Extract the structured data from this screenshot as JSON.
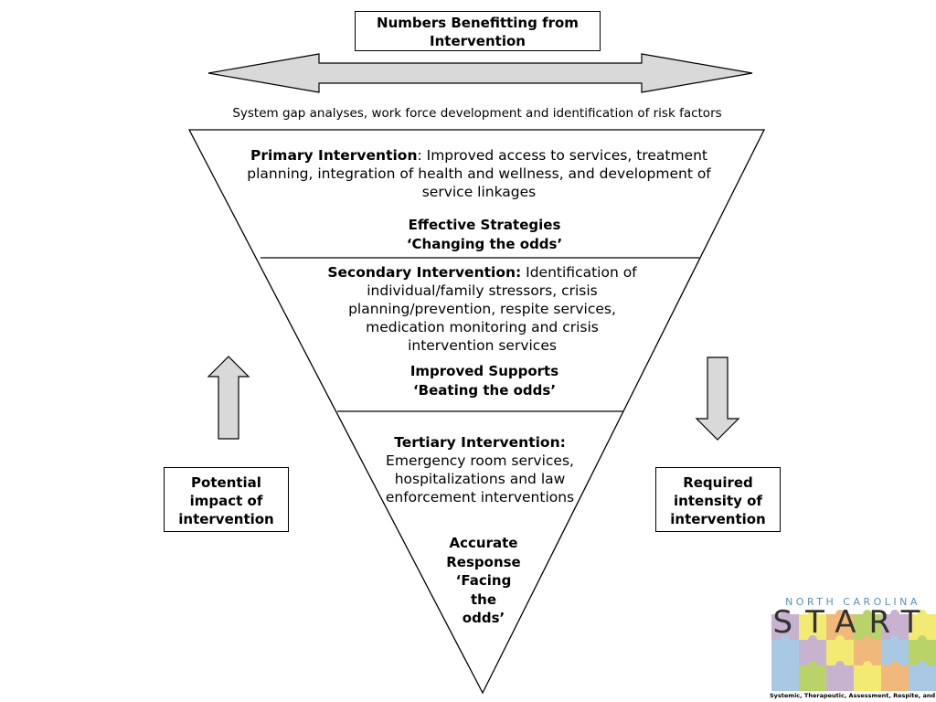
{
  "top_box": {
    "text": "Numbers Benefitting from Intervention"
  },
  "gap_text": "System gap analyses, work force development and identification of risk factors",
  "primary": {
    "heading": "Primary Intervention",
    "body": ": Improved access to services, treatment planning, integration of health and wellness, and development of service linkages",
    "strategy_line1": "Effective Strategies",
    "strategy_line2": "‘Changing the odds’"
  },
  "secondary": {
    "heading": "Secondary Intervention:",
    "body": " Identification of individual/family stressors, crisis planning/prevention, respite services, medication monitoring and crisis intervention services",
    "strategy_line1": "Improved Supports",
    "strategy_line2": "‘Beating the odds’"
  },
  "tertiary": {
    "heading": "Tertiary Intervention:",
    "body": "Emergency room services, hospitalizations and law enforcement interventions",
    "strategy_line1": "Accurate",
    "strategy_line2": "Response",
    "strategy_line3": "‘Facing",
    "strategy_line4": "the",
    "strategy_line5": "odds’"
  },
  "left_box": {
    "text": "Potential impact of intervention"
  },
  "right_box": {
    "text": "Required intensity of intervention"
  },
  "logo": {
    "top_text": "NORTH CAROLINA",
    "main_text": "START",
    "tagline": "Systemic, Therapeutic, Assessment, Respite, and Treatment",
    "colors": [
      "#c7b2cf",
      "#f3ea74",
      "#f0b87a",
      "#b9d36a",
      "#a8c8e4"
    ]
  },
  "colors": {
    "arrow_fill": "#d9d9d9",
    "stroke": "#000000"
  }
}
